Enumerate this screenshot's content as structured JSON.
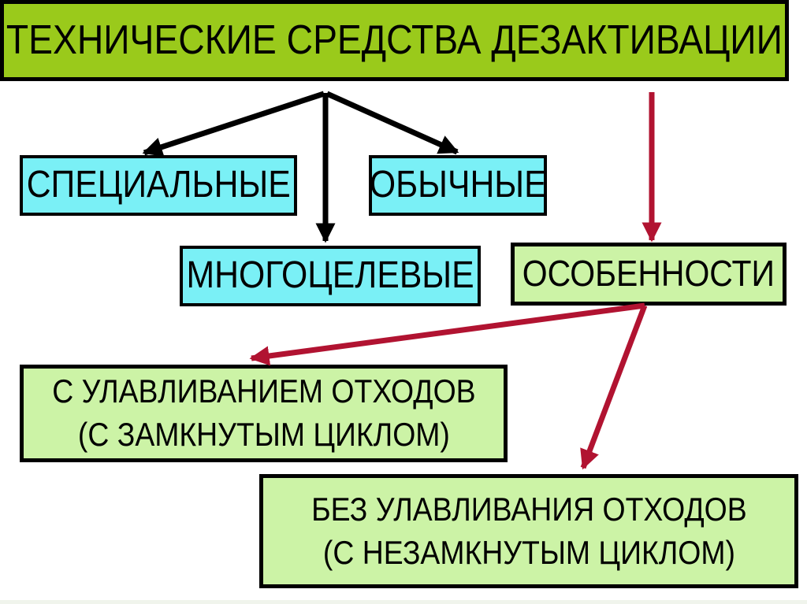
{
  "title": {
    "label": "ТЕХНИЧЕСКИЕ СРЕДСТВА ДЕЗАКТИВАЦИИ"
  },
  "nodes": {
    "special": {
      "label": "СПЕЦИАЛЬНЫЕ"
    },
    "regular": {
      "label": "ОБЫЧНЫЕ"
    },
    "multipurpose": {
      "label": "МНОГОЦЕЛЕВЫЕ"
    },
    "features": {
      "label": "ОСОБЕННОСТИ"
    },
    "with_capture": {
      "line1": "С УЛАВЛИВАНИЕМ ОТХОДОВ",
      "line2": "(С ЗАМКНУТЫМ ЦИКЛОМ)"
    },
    "without_capture": {
      "line1": "БЕЗ УЛАВЛИВАНИЯ ОТХОДОВ",
      "line2": "(С НЕЗАМКНУТЫМ ЦИКЛОМ)"
    }
  },
  "colors": {
    "titlegreen": "#9aca1b",
    "cyan": "#7af0f6",
    "lightgreen": "#ccf3a6",
    "red": "#b11331",
    "black": "#000000",
    "bottomstrip": "#f0f4ec"
  }
}
